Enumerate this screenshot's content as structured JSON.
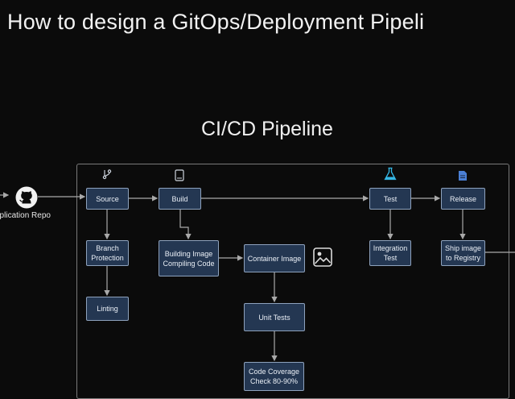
{
  "slide": {
    "title": "How to design a GitOps/Deployment Pipeli"
  },
  "diagram": {
    "title": "CI/CD Pipeline",
    "repo_label": "pplication Repo",
    "nodes": {
      "source": "Source",
      "build": "Build",
      "test": "Test",
      "release": "Release",
      "branch_protection": "Branch Protection",
      "linting": "Linting",
      "building_image": "Building Image Compiling Code",
      "container_image": "Container Image",
      "unit_tests": "Unit Tests",
      "code_coverage": "Code Coverage Check 80-90%",
      "integration_test": "Integration Test",
      "ship_image": "Ship image to Registry"
    },
    "icons": {
      "repo": "github-icon",
      "source": "git-branch-icon",
      "build": "mobile-device-icon",
      "test": "flask-icon",
      "release": "document-icon",
      "container": "image-icon"
    },
    "colors": {
      "background": "#0b0b0b",
      "node_fill": "#243752",
      "node_border": "#8ea2bd",
      "edge": "#a9a9a9",
      "flask": "#35b8e6",
      "document": "#4a7fd4"
    }
  }
}
